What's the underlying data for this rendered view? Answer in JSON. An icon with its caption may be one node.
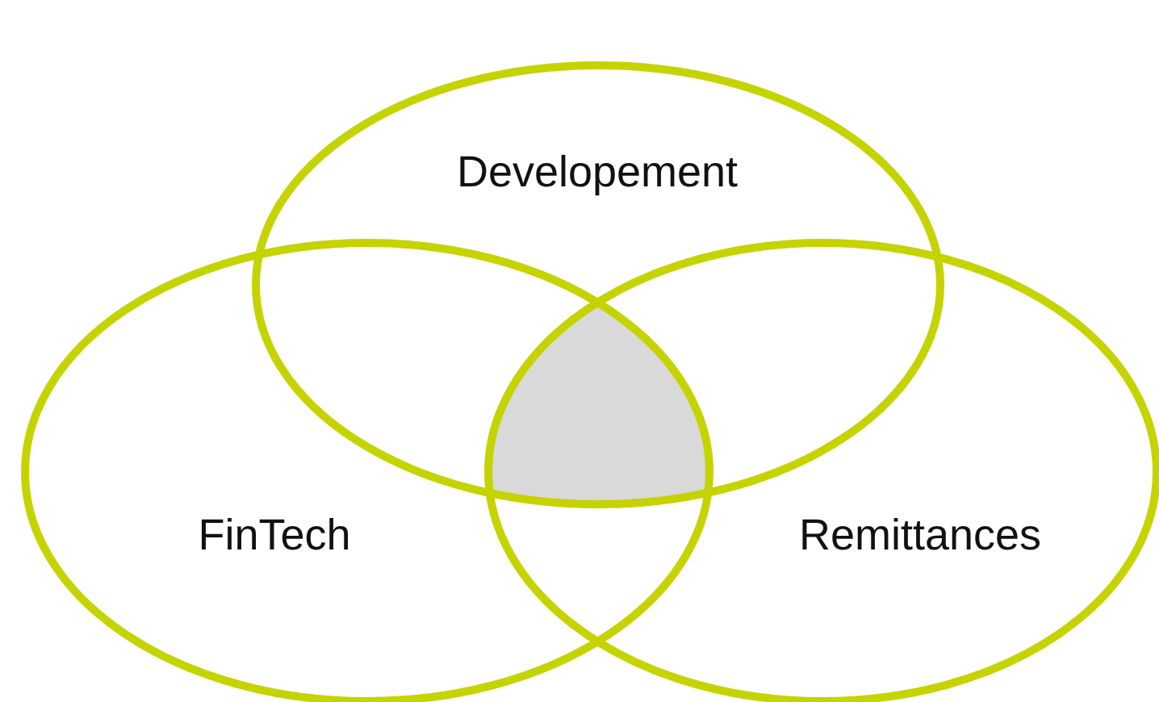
{
  "diagram": {
    "nodes": [
      {
        "text": [
          "Developement"
        ]
      },
      {
        "text": [
          "FinTech"
        ]
      },
      {
        "text": [
          "Remittances"
        ]
      },
      {
        "text": [],
        "shape": "region"
      }
    ]
  }
}
